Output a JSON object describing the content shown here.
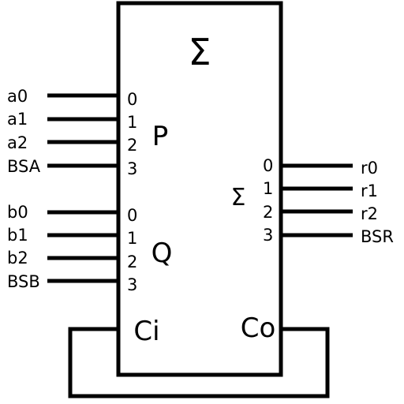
{
  "block": {
    "symbol": "Σ",
    "operand_p": "P",
    "operand_q": "Q",
    "result_symbol": "Σ",
    "carry_in": "Ci",
    "carry_out": "Co"
  },
  "inputs_a": [
    {
      "signal": "a0",
      "pin": "0"
    },
    {
      "signal": "a1",
      "pin": "1"
    },
    {
      "signal": "a2",
      "pin": "2"
    },
    {
      "signal": "BSA",
      "pin": "3"
    }
  ],
  "inputs_b": [
    {
      "signal": "b0",
      "pin": "0"
    },
    {
      "signal": "b1",
      "pin": "1"
    },
    {
      "signal": "b2",
      "pin": "2"
    },
    {
      "signal": "BSB",
      "pin": "3"
    }
  ],
  "outputs_r": [
    {
      "signal": "r0",
      "pin": "0"
    },
    {
      "signal": "r1",
      "pin": "1"
    },
    {
      "signal": "r2",
      "pin": "2"
    },
    {
      "signal": "BSR",
      "pin": "3"
    }
  ]
}
